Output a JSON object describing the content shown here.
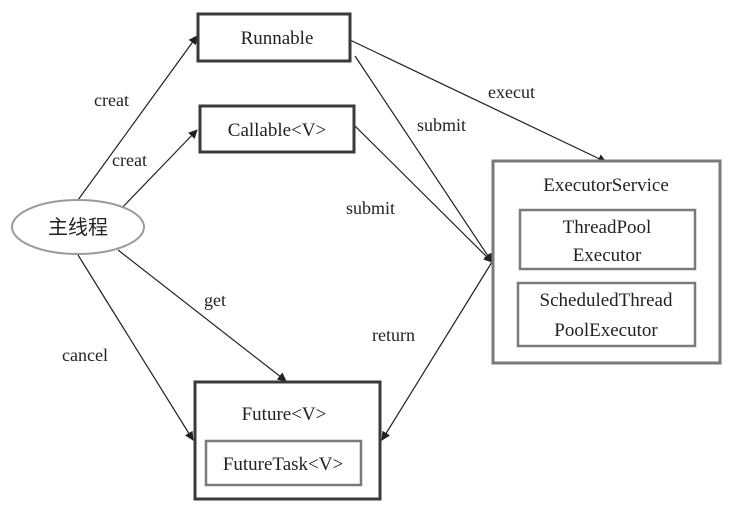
{
  "diagram": {
    "nodes": {
      "main_thread": "主线程",
      "runnable": "Runnable",
      "callable": "Callable<V>",
      "executor_service": "ExecutorService",
      "thread_pool_executor": [
        "ThreadPool",
        "Executor"
      ],
      "scheduled_thread_pool_executor": [
        "ScheduledThread",
        "PoolExecutor"
      ],
      "future": "Future<V>",
      "future_task": "FutureTask<V>"
    },
    "edges": {
      "creat_runnable": "creat",
      "creat_callable": "creat",
      "get": "get",
      "cancel": "cancel",
      "execut": "execut",
      "submit_runnable": "submit",
      "submit_callable": "submit",
      "return": "return"
    },
    "colors": {
      "outer_border": "#3a3a3a",
      "inner_border": "#7a7a7a",
      "ellipse_border": "#9a9a9a",
      "line": "#222222"
    }
  }
}
